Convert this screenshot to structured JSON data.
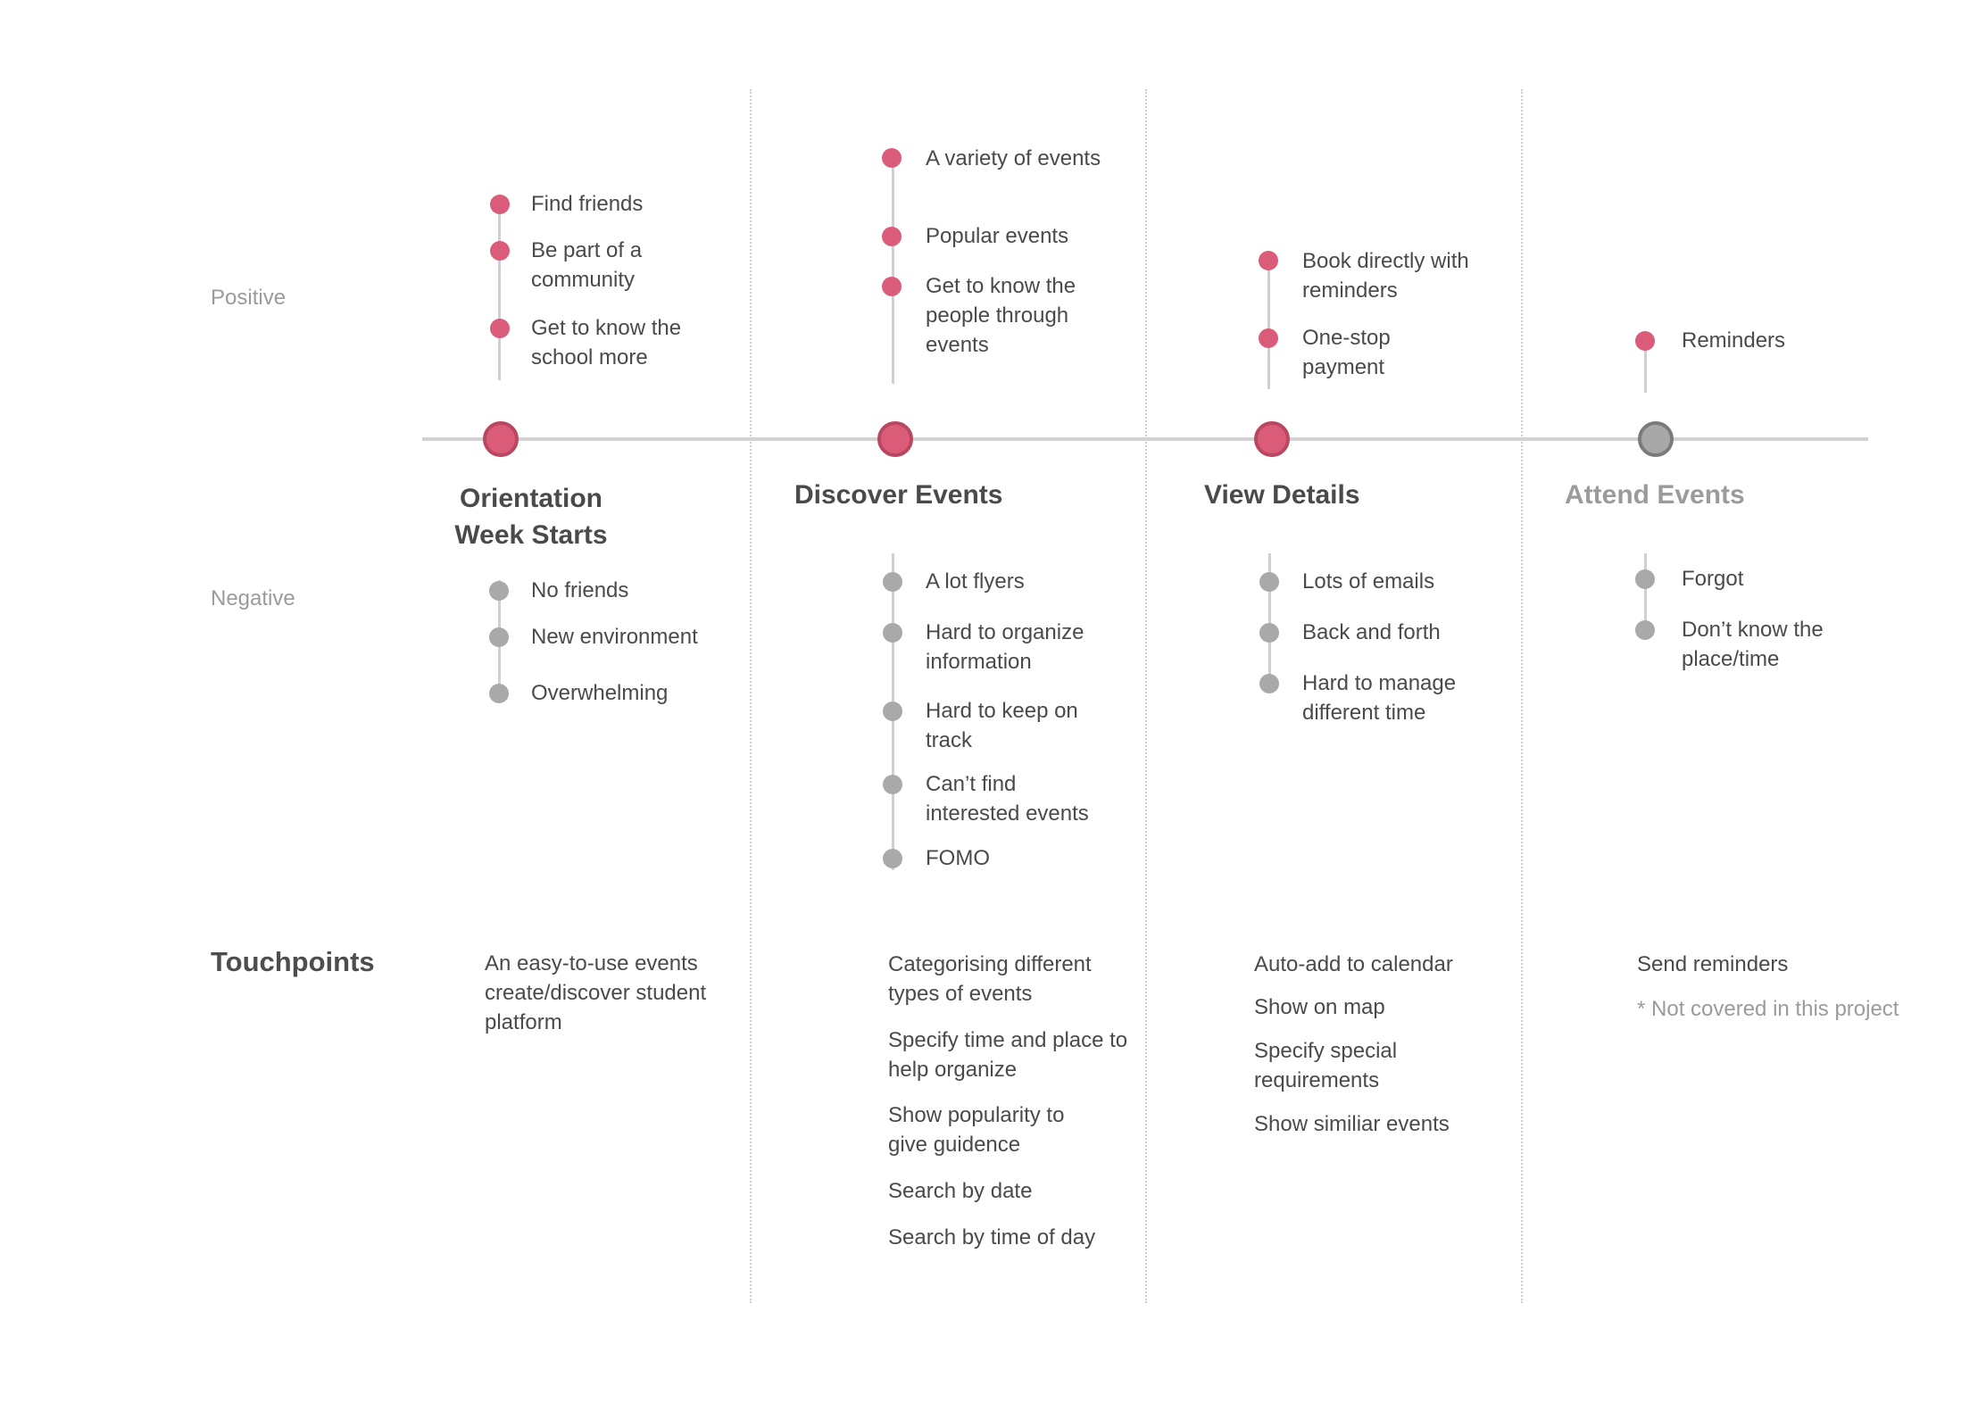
{
  "row_labels": {
    "positive": "Positive",
    "negative": "Negative",
    "touchpoints": "Touchpoints"
  },
  "colors": {
    "positive": "#db5c78",
    "negative": "#a9a9a9",
    "timeline": "#d2d2d2"
  },
  "stages": [
    {
      "title": "Orientation Week Starts",
      "status": "active",
      "positive": [
        "Find friends",
        "Be part of a community",
        "Get to know the school more"
      ],
      "negative": [
        "No friends",
        "New environment",
        "Overwhelming"
      ],
      "touchpoints": [
        "An easy-to-use events create/discover student platform"
      ]
    },
    {
      "title": "Discover Events",
      "status": "active",
      "positive": [
        "A variety of events",
        "Popular events",
        "Get to know the people through events"
      ],
      "negative": [
        "A lot flyers",
        "Hard to organize information",
        "Hard to keep on track",
        "Can’t find interested events",
        "FOMO"
      ],
      "touchpoints": [
        "Categorising different types of events",
        "Specify time and place to help organize",
        "Show popularity to give guidence",
        "Search by date",
        "Search by time of day"
      ]
    },
    {
      "title": "View Details",
      "status": "active",
      "positive": [
        "Book directly with reminders",
        "One-stop payment"
      ],
      "negative": [
        "Lots of emails",
        "Back and forth",
        "Hard to manage different time"
      ],
      "touchpoints": [
        "Auto-add to calendar",
        "Show on map",
        "Specify special requirements",
        "Show similiar events"
      ]
    },
    {
      "title": "Attend Events",
      "status": "inactive",
      "positive": [
        "Reminders"
      ],
      "negative": [
        "Forgot",
        "Don’t know the place/time"
      ],
      "touchpoints": [
        "Send reminders"
      ],
      "note": "* Not covered in this project"
    }
  ]
}
